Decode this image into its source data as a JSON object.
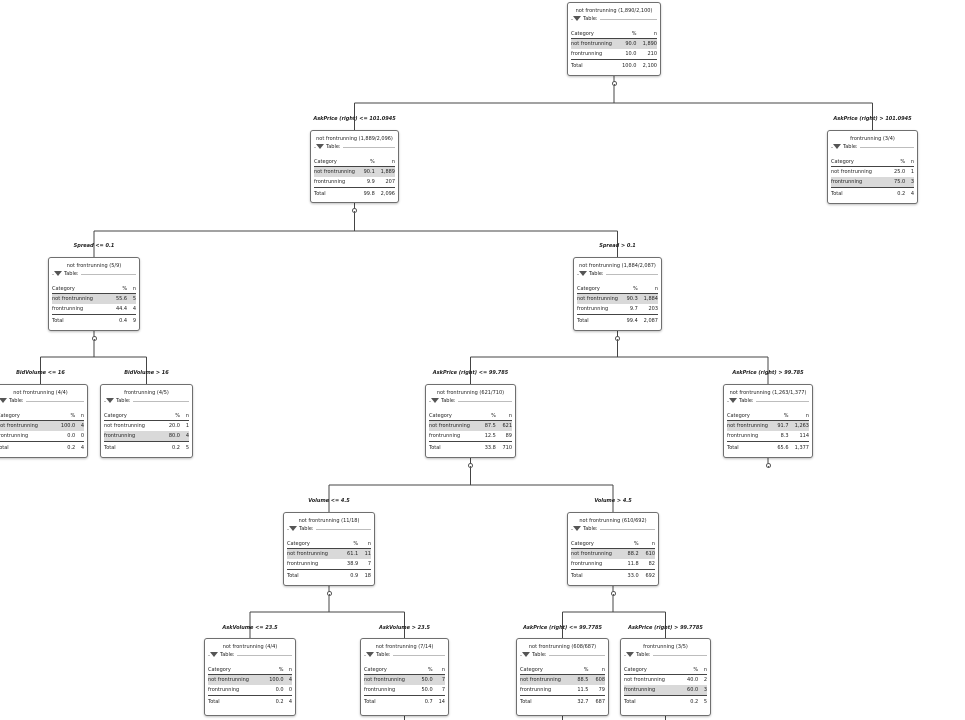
{
  "tree": {
    "table_legend": "Table:",
    "columns": {
      "category": "Category",
      "pct": "%",
      "n": "n"
    },
    "total_label": "Total",
    "nodes": [
      {
        "id": "root",
        "title": "not frontrunning (1,890/2,100)",
        "rows": [
          {
            "category": "not frontrunning",
            "pct": "90.0",
            "n": "1,890",
            "hl": true
          },
          {
            "category": "frontrunning",
            "pct": "10.0",
            "n": "210",
            "hl": false
          }
        ],
        "total": {
          "pct": "100.0",
          "n": "2,100"
        }
      },
      {
        "id": "n1",
        "title": "not frontrunning (1,889/2,096)",
        "rows": [
          {
            "category": "not frontrunning",
            "pct": "90.1",
            "n": "1,889",
            "hl": true
          },
          {
            "category": "frontrunning",
            "pct": "9.9",
            "n": "207",
            "hl": false
          }
        ],
        "total": {
          "pct": "99.8",
          "n": "2,096"
        }
      },
      {
        "id": "n2",
        "title": "frontrunning (3/4)",
        "rows": [
          {
            "category": "not frontrunning",
            "pct": "25.0",
            "n": "1",
            "hl": false
          },
          {
            "category": "frontrunning",
            "pct": "75.0",
            "n": "3",
            "hl": true
          }
        ],
        "total": {
          "pct": "0.2",
          "n": "4"
        }
      },
      {
        "id": "n3",
        "title": "not frontrunning (5/9)",
        "rows": [
          {
            "category": "not frontrunning",
            "pct": "55.6",
            "n": "5",
            "hl": true
          },
          {
            "category": "frontrunning",
            "pct": "44.4",
            "n": "4",
            "hl": false
          }
        ],
        "total": {
          "pct": "0.4",
          "n": "9"
        }
      },
      {
        "id": "n4",
        "title": "not frontrunning (1,884/2,087)",
        "rows": [
          {
            "category": "not frontrunning",
            "pct": "90.3",
            "n": "1,884",
            "hl": true
          },
          {
            "category": "frontrunning",
            "pct": "9.7",
            "n": "203",
            "hl": false
          }
        ],
        "total": {
          "pct": "99.4",
          "n": "2,087"
        }
      },
      {
        "id": "n5",
        "title": "not frontrunning (4/4)",
        "rows": [
          {
            "category": "not frontrunning",
            "pct": "100.0",
            "n": "4",
            "hl": true
          },
          {
            "category": "frontrunning",
            "pct": "0.0",
            "n": "0",
            "hl": false
          }
        ],
        "total": {
          "pct": "0.2",
          "n": "4"
        }
      },
      {
        "id": "n6",
        "title": "frontrunning (4/5)",
        "rows": [
          {
            "category": "not frontrunning",
            "pct": "20.0",
            "n": "1",
            "hl": false
          },
          {
            "category": "frontrunning",
            "pct": "80.0",
            "n": "4",
            "hl": true
          }
        ],
        "total": {
          "pct": "0.2",
          "n": "5"
        }
      },
      {
        "id": "n7",
        "title": "not frontrunning (621/710)",
        "rows": [
          {
            "category": "not frontrunning",
            "pct": "87.5",
            "n": "621",
            "hl": true
          },
          {
            "category": "frontrunning",
            "pct": "12.5",
            "n": "89",
            "hl": false
          }
        ],
        "total": {
          "pct": "33.8",
          "n": "710"
        }
      },
      {
        "id": "n8",
        "title": "not frontrunning (1,263/1,377)",
        "rows": [
          {
            "category": "not frontrunning",
            "pct": "91.7",
            "n": "1,263",
            "hl": true
          },
          {
            "category": "frontrunning",
            "pct": "8.3",
            "n": "114",
            "hl": false
          }
        ],
        "total": {
          "pct": "65.6",
          "n": "1,377"
        }
      },
      {
        "id": "n9",
        "title": "not frontrunning (11/18)",
        "rows": [
          {
            "category": "not frontrunning",
            "pct": "61.1",
            "n": "11",
            "hl": true
          },
          {
            "category": "frontrunning",
            "pct": "38.9",
            "n": "7",
            "hl": false
          }
        ],
        "total": {
          "pct": "0.9",
          "n": "18"
        }
      },
      {
        "id": "n10",
        "title": "not frontrunning (610/692)",
        "rows": [
          {
            "category": "not frontrunning",
            "pct": "88.2",
            "n": "610",
            "hl": true
          },
          {
            "category": "frontrunning",
            "pct": "11.8",
            "n": "82",
            "hl": false
          }
        ],
        "total": {
          "pct": "33.0",
          "n": "692"
        }
      },
      {
        "id": "n11",
        "title": "not frontrunning (4/4)",
        "rows": [
          {
            "category": "not frontrunning",
            "pct": "100.0",
            "n": "4",
            "hl": true
          },
          {
            "category": "frontrunning",
            "pct": "0.0",
            "n": "0",
            "hl": false
          }
        ],
        "total": {
          "pct": "0.2",
          "n": "4"
        }
      },
      {
        "id": "n12",
        "title": "not frontrunning (7/14)",
        "rows": [
          {
            "category": "not frontrunning",
            "pct": "50.0",
            "n": "7",
            "hl": true
          },
          {
            "category": "frontrunning",
            "pct": "50.0",
            "n": "7",
            "hl": false
          }
        ],
        "total": {
          "pct": "0.7",
          "n": "14"
        }
      },
      {
        "id": "n13",
        "title": "not frontrunning (608/687)",
        "rows": [
          {
            "category": "not frontrunning",
            "pct": "88.5",
            "n": "608",
            "hl": true
          },
          {
            "category": "frontrunning",
            "pct": "11.5",
            "n": "79",
            "hl": false
          }
        ],
        "total": {
          "pct": "32.7",
          "n": "687"
        }
      },
      {
        "id": "n14",
        "title": "frontrunning (3/5)",
        "rows": [
          {
            "category": "not frontrunning",
            "pct": "40.0",
            "n": "2",
            "hl": false
          },
          {
            "category": "frontrunning",
            "pct": "60.0",
            "n": "3",
            "hl": true
          }
        ],
        "total": {
          "pct": "0.2",
          "n": "5"
        }
      }
    ],
    "splits": [
      {
        "parent": "root",
        "children": [
          "n1",
          "n2"
        ],
        "labels": [
          "AskPrice (right) <= 101.0945",
          "AskPrice (right) > 101.0945"
        ]
      },
      {
        "parent": "n1",
        "children": [
          "n3",
          "n4"
        ],
        "labels": [
          "Spread <= 0.1",
          "Spread > 0.1"
        ]
      },
      {
        "parent": "n3",
        "children": [
          "n5",
          "n6"
        ],
        "labels": [
          "BidVolume <= 16",
          "BidVolume > 16"
        ]
      },
      {
        "parent": "n4",
        "children": [
          "n7",
          "n8"
        ],
        "labels": [
          "AskPrice (right) <= 99.785",
          "AskPrice (right) > 99.785"
        ]
      },
      {
        "parent": "n7",
        "children": [
          "n9",
          "n10"
        ],
        "labels": [
          "Volume <= 4.5",
          "Volume > 4.5"
        ]
      },
      {
        "parent": "n9",
        "children": [
          "n11",
          "n12"
        ],
        "labels": [
          "AskVolume <= 23.5",
          "AskVolume > 23.5"
        ]
      },
      {
        "parent": "n10",
        "children": [
          "n13",
          "n14"
        ],
        "labels": [
          "AskPrice (right) <= 99.7785",
          "AskPrice (right) > 99.7785"
        ]
      }
    ],
    "collapsed_nodes": [
      "n8"
    ],
    "continuing_nodes": [
      "n12",
      "n13",
      "n14"
    ]
  }
}
